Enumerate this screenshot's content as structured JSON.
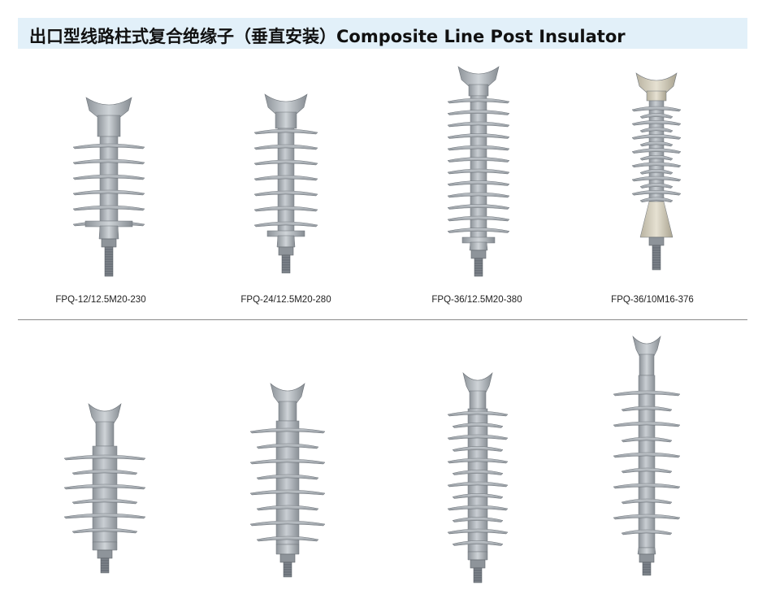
{
  "header": {
    "title": "出口型线路柱式复合绝缘子（垂直安装）Composite Line Post Insulator"
  },
  "colors": {
    "header_bg": "#e2f0f9",
    "insulator_gray": "#b9bec4",
    "insulator_dark": "#7d838a",
    "top_fitting_variant": "#d4cfbf"
  },
  "products_row1": [
    {
      "caption": "FPQ-12/12.5M20-230"
    },
    {
      "caption": "FPQ-24/12.5M20-280"
    },
    {
      "caption": "FPQ-36/12.5M20-380"
    },
    {
      "caption": "FPQ-36/10M16-376"
    }
  ],
  "products_row2": [
    {
      "caption": ""
    },
    {
      "caption": ""
    },
    {
      "caption": ""
    },
    {
      "caption": ""
    }
  ]
}
